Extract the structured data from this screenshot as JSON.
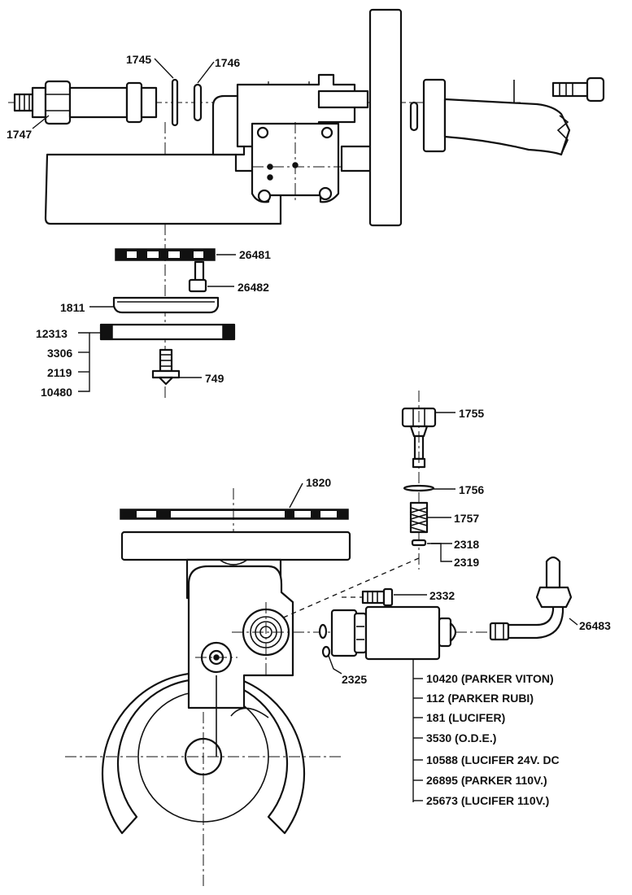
{
  "labels": {
    "p1745": "1745",
    "p1746": "1746",
    "p1747": "1747",
    "p26481": "26481",
    "p26482": "26482",
    "p1811": "1811",
    "p749": "749",
    "stack_top": [
      "12313",
      "3306",
      "2119",
      "10480"
    ],
    "p1755": "1755",
    "p1756": "1756",
    "p1757": "1757",
    "p2318": "2318",
    "p2319": "2319",
    "p1820": "1820",
    "p2332": "2332",
    "p26483": "26483",
    "p2325": "2325",
    "valve_options": [
      "10420 (PARKER VITON)",
      "112 (PARKER RUBI)",
      "181 (LUCIFER)",
      "3530 (O.D.E.)",
      "10588 (LUCIFER 24V. DC",
      "26895 (PARKER 110V.)",
      "25673 (LUCIFER 110V.)"
    ]
  }
}
